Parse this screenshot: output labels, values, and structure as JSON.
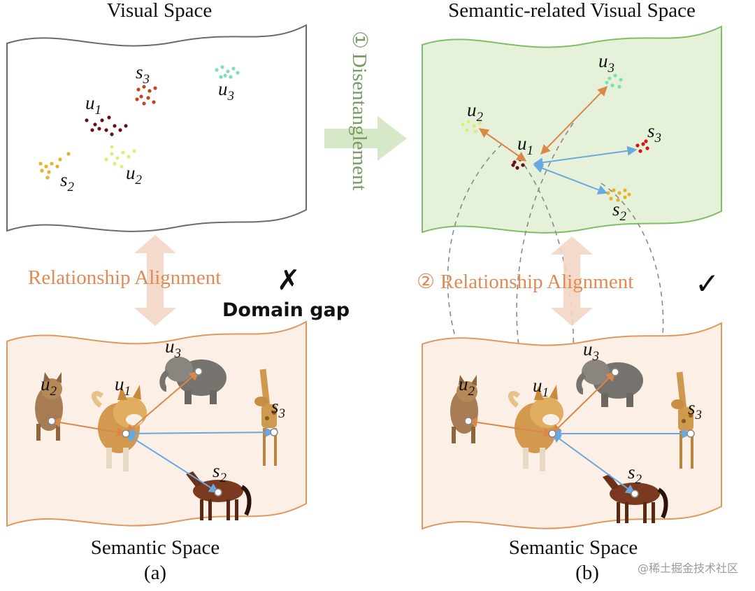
{
  "panel_a": {
    "top_title": "Visual Space",
    "bottom_title": "Semantic Space",
    "relationship_label": "Relationship Alignment",
    "domain_gap_label": "Domain gap",
    "caption": "(a)"
  },
  "panel_b": {
    "top_title": "Semantic-related Visual Space",
    "bottom_title": "Semantic Space",
    "relationship_label": "Relationship Alignment",
    "relationship_step": "②",
    "caption": "(b)"
  },
  "disentanglement": {
    "step": "①",
    "label": "Disentanglement"
  },
  "labels": {
    "u": "u",
    "s": "s",
    "i1": "1",
    "i2": "2",
    "i3": "3"
  },
  "marks": {
    "cross": "✗",
    "check": "✓"
  },
  "watermark": "@稀土掘金技术社区",
  "colors": {
    "visual_border": "#6b6b6b",
    "green_fill": "#e6f1d9",
    "green_border": "#7fbf63",
    "semantic_fill": "#fcefe6",
    "semantic_border": "#e0985e",
    "orange_arrow": "#d9884a",
    "blue_arrow": "#6aa9e0",
    "light_arrow": "#f2d6c4",
    "green_arrow": "#d7e8c8",
    "u1_dots": "#6b0f17",
    "u2_dots": "#d8ef7a",
    "u3_dots": "#7fe0b8",
    "s2_dots": "#e3b52a",
    "s3_dots": "#c0451e",
    "s3_dots_b": "#d0121a"
  },
  "icons": [
    "dog-icon",
    "cat-icon",
    "elephant-icon",
    "giraffe-icon",
    "horse-icon"
  ]
}
